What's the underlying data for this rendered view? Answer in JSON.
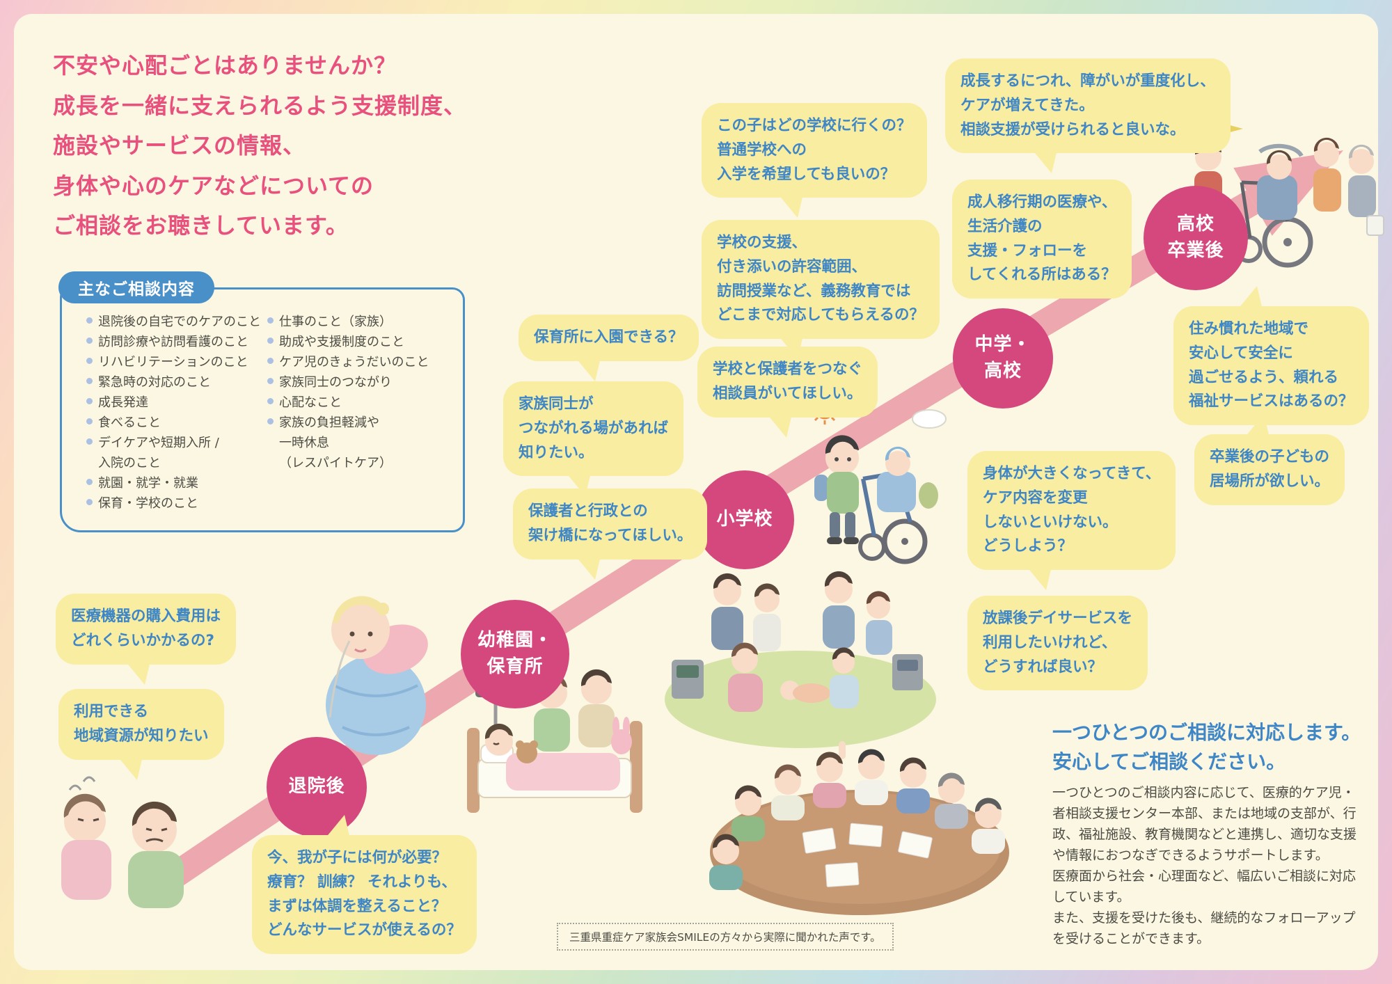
{
  "header": {
    "lines": [
      "不安や心配ごとはありませんか？",
      "成長を一緒に支えられるよう支援制度、",
      "施設やサービスの情報、",
      "身体や心のケアなどについての",
      "ご相談をお聴きしています。"
    ]
  },
  "consult_box": {
    "label": "主なご相談内容",
    "col1": [
      {
        "b": true,
        "t": "退院後の自宅でのケアのこと"
      },
      {
        "b": true,
        "t": "訪問診療や訪問看護のこと"
      },
      {
        "b": true,
        "t": "リハビリテーションのこと"
      },
      {
        "b": true,
        "t": "緊急時の対応のこと"
      },
      {
        "b": true,
        "t": "成長発達"
      },
      {
        "b": true,
        "t": "食べること"
      },
      {
        "b": true,
        "t": "デイケアや短期入所 /"
      },
      {
        "b": false,
        "t": "入院のこと"
      },
      {
        "b": true,
        "t": "就園・就学・就業"
      },
      {
        "b": true,
        "t": "保育・学校のこと"
      }
    ],
    "col2": [
      {
        "b": true,
        "t": "仕事のこと（家族）"
      },
      {
        "b": true,
        "t": "助成や支援制度のこと"
      },
      {
        "b": true,
        "t": "ケア児のきょうだいのこと"
      },
      {
        "b": true,
        "t": "家族同士のつながり"
      },
      {
        "b": true,
        "t": "心配なこと"
      },
      {
        "b": true,
        "t": "家族の負担軽減や"
      },
      {
        "b": false,
        "t": "一時休息"
      },
      {
        "b": false,
        "t": "（レスパイトケア）"
      }
    ]
  },
  "stages": [
    {
      "id": "after-discharge",
      "label_lines": [
        "退院後"
      ]
    },
    {
      "id": "kindergarten",
      "label_lines": [
        "幼稚園・",
        "保育所"
      ]
    },
    {
      "id": "elementary-school",
      "label_lines": [
        "小学校"
      ]
    },
    {
      "id": "junior-senior-high",
      "label_lines": [
        "中学・",
        "高校"
      ]
    },
    {
      "id": "after-graduation",
      "label_lines": [
        "高校",
        "卒業後"
      ]
    }
  ],
  "bubbles": [
    {
      "id": "school-choice",
      "lines": [
        "この子はどの学校に行くの？",
        "普通学校への",
        "入学を希望しても良いの？"
      ]
    },
    {
      "id": "growing-disability",
      "lines": [
        "成長するにつれ、障がいが重度化し、",
        "ケアが増えてきた。",
        "相談支援が受けられると良いな。"
      ]
    },
    {
      "id": "school-support-scope",
      "lines": [
        "学校の支援、",
        "付き添いの許容範囲、",
        "訪問授業など、義務教育では",
        "どこまで対応してもらえるの？"
      ]
    },
    {
      "id": "adult-transition",
      "lines": [
        "成人移行期の医療や、",
        "生活介護の",
        "支援・フォローを",
        "してくれる所はある？"
      ]
    },
    {
      "id": "nursery-entry",
      "lines": [
        "保育所に入園できる？"
      ]
    },
    {
      "id": "family-connection",
      "lines": [
        "家族同士が",
        "つながれる場があれば",
        "知りたい。"
      ]
    },
    {
      "id": "school-parent-counselor",
      "lines": [
        "学校と保護者をつなぐ",
        "相談員がいてほしい。"
      ]
    },
    {
      "id": "parent-gov-bridge",
      "lines": [
        "保護者と行政との",
        "架け橋になってほしい。"
      ]
    },
    {
      "id": "familiar-area-welfare",
      "lines": [
        "住み慣れた地域で",
        "安心して安全に",
        "過ごせるよう、頼れる",
        "福祉サービスはあるの？"
      ]
    },
    {
      "id": "after-graduation-place",
      "lines": [
        "卒業後の子どもの",
        "居場所が欲しい。"
      ]
    },
    {
      "id": "body-growing-care",
      "lines": [
        "身体が大きくなってきて、",
        "ケア内容を変更",
        "しないといけない。",
        "どうしよう？"
      ]
    },
    {
      "id": "afterschool-dayservice",
      "lines": [
        "放課後デイサービスを",
        "利用したいけれど、",
        "どうすれば良い？"
      ]
    },
    {
      "id": "medical-device-cost",
      "lines": [
        "医療機器の購入費用は",
        "どれくらいかかるの?"
      ]
    },
    {
      "id": "local-resources",
      "lines": [
        "利用できる",
        "地域資源が知りたい"
      ]
    },
    {
      "id": "what-needed-now",
      "lines": [
        "今、我が子には何が必要？",
        "療育？ 訓練？ それよりも、",
        "まずは体調を整えること？",
        "どんなサービスが使えるの？"
      ]
    }
  ],
  "support": {
    "heading_lines": [
      "一つひとつのご相談に対応します。",
      "安心してご相談ください。"
    ],
    "body_lines": [
      "一つひとつのご相談内容に応じて、医療的ケア児・",
      "者相談支援センター本部、または地域の支部が、行",
      "政、福祉施設、教育機関などと連携し、適切な支援",
      "や情報におつなぎできるようサポートします。",
      "医療面から社会・心理面など、幅広いご相談に対応",
      "しています。",
      "また、支援を受けた後も、継続的なフォローアップ",
      "を受けることができます。"
    ]
  },
  "note": "三重県重症ケア家族会SMILEの方々から実際に聞かれた声です。",
  "illustrations": [
    "worried-parents",
    "baby-on-ball",
    "child-in-bed-with-family",
    "family-group-on-mat",
    "boy-with-care-stroller",
    "sun-doodle",
    "round-table-meeting",
    "wheelchair-outing-group"
  ],
  "colors": {
    "background": "#fcf7e3",
    "heading_pink": "#e8517e",
    "stage_pink": "#d5487d",
    "arrow_pink": "#eda7ae",
    "bubble_yellow": "#f8eda1",
    "bubble_text_blue": "#3e86c6",
    "box_blue": "#4a90c8",
    "bullet_blue": "#abc0e2",
    "body_text": "#4c4c44"
  }
}
